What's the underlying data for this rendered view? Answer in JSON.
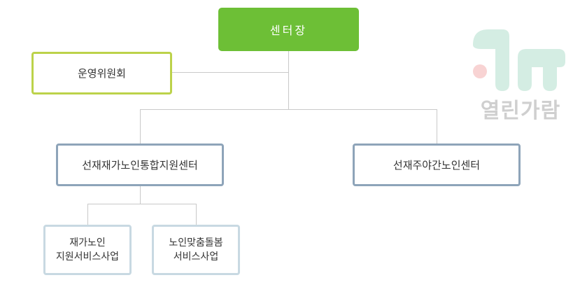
{
  "org": {
    "head": "센터장",
    "committee": "운영위원회",
    "center_a": "선재재가노인통합지원센터",
    "center_b": "선재주야간노인센터",
    "sub_1": {
      "line1": "재가노인",
      "line2": "지원서비스사업"
    },
    "sub_2": {
      "line1": "노인맞춤돌봄",
      "line2": "서비스사업"
    }
  },
  "logo": {
    "name": "열린가람",
    "icon": "yeollin-garam-logo-icon"
  },
  "colors": {
    "head_fill": "#6dbf36",
    "committee_border": "#bcd24a",
    "center_border": "#8ea4b9",
    "sub_border": "#c8d9e2",
    "connector": "#c9c9c9",
    "logo_mint": "#d4ede3",
    "logo_pink": "#f8d3d3"
  }
}
